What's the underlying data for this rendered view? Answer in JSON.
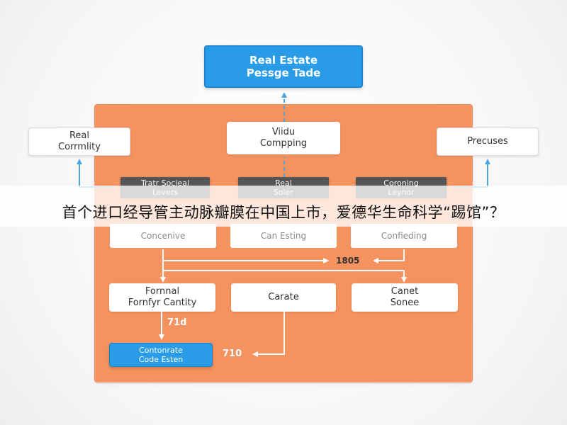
{
  "diagram": {
    "title_box": "Real Estate\nPessge Tade",
    "left_outer_box": "Real\nCorrmlity",
    "center_top_box": "Viidu\nCompping",
    "right_outer_box": "Precuses",
    "dark_boxes": [
      "Tratr Socieal\nLevers",
      "Real\nSoler",
      "Coroning\nLeynor"
    ],
    "faded_boxes": [
      "Concenive",
      "Can Esting",
      "Confieding"
    ],
    "label_1805": "1805",
    "bottom_boxes": [
      "Fornnal\nFornfyr Cantity",
      "Carate",
      "Canet\nSonee"
    ],
    "label_71d": "71d",
    "label_710": "710",
    "blue_box": "Contonrate\nCode Esten"
  },
  "caption": "首个进口经导管主动脉瓣膜在中国上市，爱德华生命科学“踢馆”？",
  "colors": {
    "panel": "#f4935f",
    "blue": "#2a9be7",
    "arrow": "#4da3dc",
    "dark": "#555555"
  }
}
